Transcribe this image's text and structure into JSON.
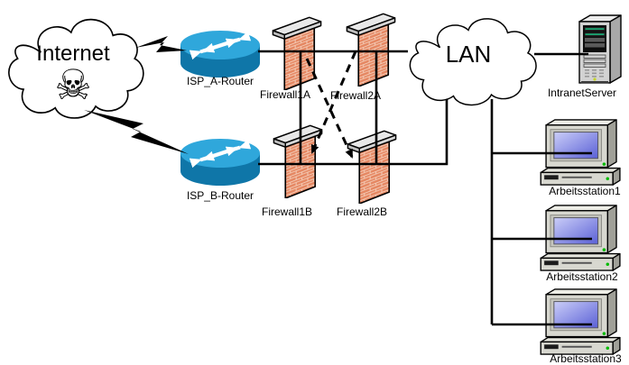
{
  "internet": {
    "label": "Internet",
    "threat_icon": "skull-and-crossbones"
  },
  "lan": {
    "label": "LAN"
  },
  "routers": [
    {
      "label": "ISP_A-Router"
    },
    {
      "label": "ISP_B-Router"
    }
  ],
  "firewalls": [
    {
      "label": "Firewall1A"
    },
    {
      "label": "Firewall2A"
    },
    {
      "label": "Firewall1B"
    },
    {
      "label": "Firewall2B"
    }
  ],
  "server": {
    "label": "IntranetServer"
  },
  "workstations": [
    {
      "label": "Arbeitsstation1"
    },
    {
      "label": "Arbeitsstation2"
    },
    {
      "label": "Arbeitsstation3"
    }
  ],
  "connections": [
    {
      "from": "Internet",
      "to": "ISP_A-Router",
      "style": "lightning"
    },
    {
      "from": "Internet",
      "to": "ISP_B-Router",
      "style": "lightning"
    },
    {
      "from": "ISP_A-Router",
      "to": "Firewall1A",
      "style": "solid"
    },
    {
      "from": "Firewall1A",
      "to": "Firewall2A",
      "style": "solid"
    },
    {
      "from": "Firewall2A",
      "to": "LAN",
      "style": "solid"
    },
    {
      "from": "ISP_B-Router",
      "to": "Firewall1B",
      "style": "solid"
    },
    {
      "from": "Firewall1B",
      "to": "Firewall2B",
      "style": "solid"
    },
    {
      "from": "Firewall2B",
      "to": "LAN",
      "style": "solid"
    },
    {
      "from": "A-row-line",
      "to": "B-row-line",
      "style": "solid-vertical-left"
    },
    {
      "from": "A-row-line",
      "to": "B-row-line",
      "style": "solid-vertical-right"
    },
    {
      "from": "Firewall1A",
      "to": "Firewall2B",
      "style": "dashed"
    },
    {
      "from": "Firewall2A",
      "to": "Firewall1B",
      "style": "dashed"
    },
    {
      "from": "LAN",
      "to": "IntranetServer",
      "style": "solid"
    },
    {
      "from": "LAN",
      "to": "Arbeitsstation1",
      "style": "solid"
    },
    {
      "from": "LAN",
      "to": "Arbeitsstation2",
      "style": "solid"
    },
    {
      "from": "LAN",
      "to": "Arbeitsstation3",
      "style": "solid"
    }
  ],
  "colors": {
    "router_top": "#2FA7DB",
    "router_body": "#0F76A8",
    "firewall_brick": "#E58762",
    "firewall_mortar": "#F4CBB6",
    "screen_light": "#CBCEF8",
    "screen_dark": "#5A60D6",
    "line": "#000000"
  }
}
